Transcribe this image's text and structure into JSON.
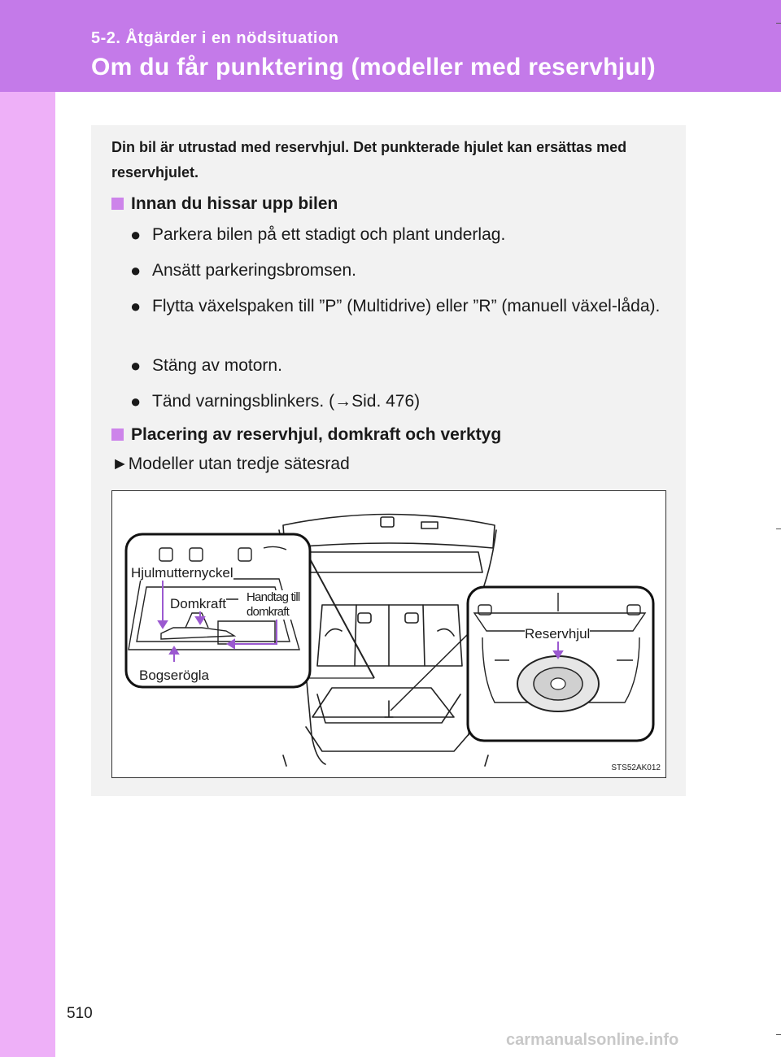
{
  "header": {
    "section": "5-2. Åtgärder i en nödsituation",
    "title": "Om du får punktering (modeller med reservhjul)"
  },
  "intro": "Din bil är utrustad med reservhjul. Det punkterade hjulet kan ersättas med reservhjulet.",
  "section1": {
    "heading": "Innan du hissar upp bilen",
    "bullets": [
      "Parkera bilen på ett stadigt och plant underlag.",
      "Ansätt parkeringsbromsen.",
      "Flytta växelspaken till ”P” (Multidrive) eller ”R” (manuell växel-låda).",
      "Stäng av motorn.",
      "Tänd varningsblinkers. (→Sid. 476)"
    ]
  },
  "section2": {
    "heading": "Placering av reservhjul, domkraft och verktyg",
    "sub": "►Modeller utan tredje sätesrad"
  },
  "figure": {
    "labels": {
      "wrench": "Hjulmutternyckel",
      "jack": "Domkraft",
      "handle_line1": "Handtag till",
      "handle_line2": "domkraft",
      "tow": "Bogserögla",
      "spare": "Reservhjul"
    },
    "code": "STS52AK012",
    "accent_color": "#9b59d0"
  },
  "page_number": "510",
  "watermark": "carmanualsonline.info",
  "colors": {
    "header": "#c47ae9",
    "side_strip": "#eeb0f8",
    "content_bg": "#f2f2f2",
    "heading_square": "#cd84ea"
  }
}
